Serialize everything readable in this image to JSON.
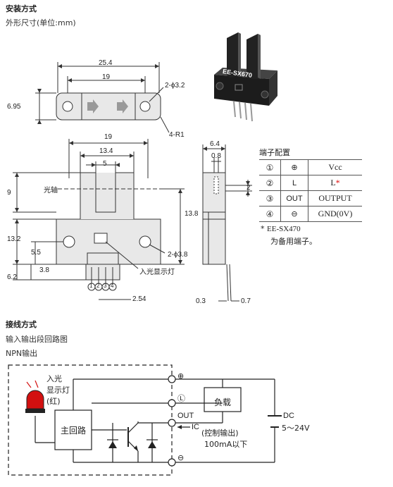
{
  "sections": {
    "install_title": "安装方式",
    "dims_subtitle": "外形尺寸(单位:mm)",
    "wiring_title": "接线方式",
    "circuit_subtitle": "输入输出段回路图",
    "npn_subtitle": "NPN输出"
  },
  "top_view": {
    "dims": [
      "25.4",
      "19",
      "2-ϕ3.2",
      "6.95",
      "4-R1"
    ]
  },
  "front_view": {
    "dims": [
      "19",
      "13.4",
      "5",
      "9",
      "13.8",
      "13.2",
      "5.5",
      "3.8",
      "6.2",
      "2.54",
      "2-ϕ3.8"
    ],
    "optical_axis_label": "光轴",
    "indicator_label": "入光显示灯",
    "pin_numbers": [
      "1",
      "2",
      "3",
      "4"
    ]
  },
  "side_view": {
    "dims": [
      "6.4",
      "0.8",
      "2",
      "0.3",
      "0.7"
    ]
  },
  "product_label": "EE-SX670",
  "terminal_table": {
    "title": "端子配置",
    "rows": [
      {
        "num": "①",
        "sym": "⊕",
        "name": "Vcc"
      },
      {
        "num": "②",
        "sym": "L",
        "name": "L",
        "star": "*"
      },
      {
        "num": "③",
        "sym": "OUT",
        "name": "OUTPUT"
      },
      {
        "num": "④",
        "sym": "⊖",
        "name": "GND(0V)"
      }
    ],
    "note_star": "*",
    "note_model": "EE-SX470",
    "note_text": "为备用端子。"
  },
  "circuit": {
    "indicator_text": [
      "入光",
      "显示灯",
      "(红)"
    ],
    "main_circuit": "主回路",
    "load": "负载",
    "out_label": "OUT",
    "ic_label": "IC",
    "control_output": "(控制输出)",
    "current": "100mA以下",
    "dc_label": "DC",
    "voltage": "5～24V",
    "term_plus": "⊕",
    "term_l": "Ⓛ",
    "term_minus": "⊖"
  }
}
